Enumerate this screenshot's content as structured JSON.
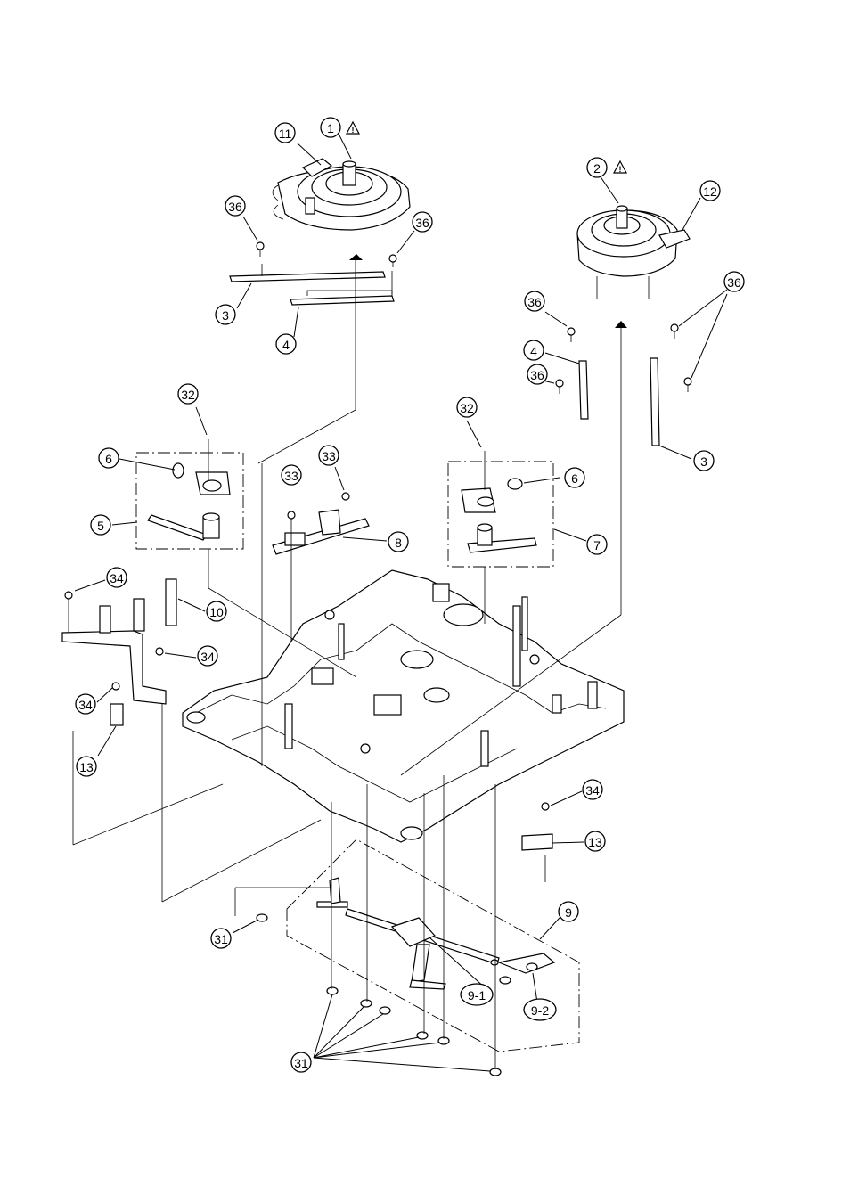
{
  "diagram": {
    "callouts": [
      {
        "id": "c1",
        "label": "1"
      },
      {
        "id": "c2",
        "label": "2"
      },
      {
        "id": "c11",
        "label": "11"
      },
      {
        "id": "c12",
        "label": "12"
      },
      {
        "id": "c36a",
        "label": "36"
      },
      {
        "id": "c36b",
        "label": "36"
      },
      {
        "id": "c36c",
        "label": "36"
      },
      {
        "id": "c36d",
        "label": "36"
      },
      {
        "id": "c36e",
        "label": "36"
      },
      {
        "id": "c3a",
        "label": "3"
      },
      {
        "id": "c3b",
        "label": "3"
      },
      {
        "id": "c4a",
        "label": "4"
      },
      {
        "id": "c4b",
        "label": "4"
      },
      {
        "id": "c32a",
        "label": "32"
      },
      {
        "id": "c32b",
        "label": "32"
      },
      {
        "id": "c6a",
        "label": "6"
      },
      {
        "id": "c6b",
        "label": "6"
      },
      {
        "id": "c5",
        "label": "5"
      },
      {
        "id": "c7",
        "label": "7"
      },
      {
        "id": "c33a",
        "label": "33"
      },
      {
        "id": "c33b",
        "label": "33"
      },
      {
        "id": "c8",
        "label": "8"
      },
      {
        "id": "c10",
        "label": "10"
      },
      {
        "id": "c34a",
        "label": "34"
      },
      {
        "id": "c34b",
        "label": "34"
      },
      {
        "id": "c34c",
        "label": "34"
      },
      {
        "id": "c34d",
        "label": "34"
      },
      {
        "id": "c13a",
        "label": "13"
      },
      {
        "id": "c13b",
        "label": "13"
      },
      {
        "id": "c9",
        "label": "9"
      },
      {
        "id": "c9-1",
        "label": "9-1"
      },
      {
        "id": "c9-2",
        "label": "9-2"
      },
      {
        "id": "c31a",
        "label": "31"
      },
      {
        "id": "c31b",
        "label": "31"
      }
    ],
    "warning_symbol": "!"
  }
}
